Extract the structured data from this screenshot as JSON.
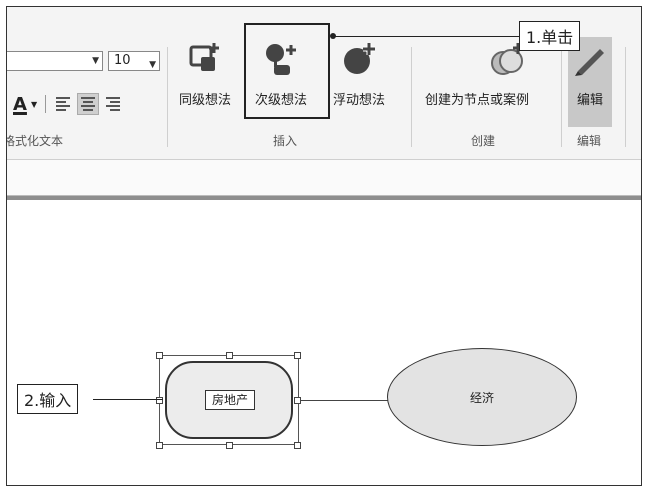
{
  "font": {
    "family_value": "",
    "size_value": "10",
    "format_text_group": "格式化文本"
  },
  "insert_group": {
    "label": "插入",
    "sibling_idea": "同级想法",
    "child_idea": "次级想法",
    "floating_idea": "浮动想法"
  },
  "create_group": {
    "label": "创建",
    "create_node_or_case": "创建为节点或案例"
  },
  "edit_group": {
    "label": "编辑",
    "edit": "编辑"
  },
  "annotations": {
    "step1": "1.单击",
    "step2": "2.输入"
  },
  "canvas": {
    "node_editing_text": "房地产",
    "node_economy": "经济"
  },
  "colors": {
    "node_fill": "#ececec",
    "node_economy_fill": "#e3e3e3",
    "ribbon_bg": "#f4f4f4"
  }
}
